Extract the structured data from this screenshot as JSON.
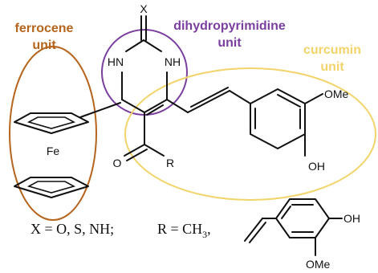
{
  "units": {
    "ferrocene": {
      "line1": "ferrocene",
      "line2": "unit",
      "color": "#b5651d"
    },
    "dihydropyrimidine": {
      "line1": "dihydropyrimidine",
      "line2": "unit",
      "color": "#7b3fa0"
    },
    "curcumin": {
      "line1": "curcumin",
      "line2": "unit",
      "color": "#f2d46a"
    }
  },
  "atoms": {
    "x_top": "X",
    "hn_left": "HN",
    "nh_right": "NH",
    "fe": "Fe",
    "o_ketone": "O",
    "r_group": "R",
    "ome_curcumin": "OMe",
    "oh_curcumin": "OH",
    "oh_bottom": "OH",
    "ome_bottom": "OMe"
  },
  "legend": {
    "x_def": "X = O, S, NH;",
    "r_def_prefix": "R = CH",
    "r_def_sub": "3",
    "r_def_suffix": ","
  }
}
